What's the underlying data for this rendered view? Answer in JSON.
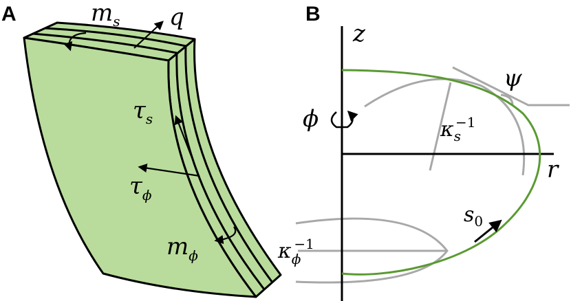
{
  "panels": {
    "a": {
      "label": "A",
      "symbols": {
        "ms": {
          "base": "m",
          "sub": "s"
        },
        "q": "q",
        "tau_s": {
          "base": "τ",
          "sub": "s"
        },
        "tau_phi": {
          "base": "τ",
          "sub": "ϕ"
        },
        "m_phi": {
          "base": "m",
          "sub": "ϕ"
        }
      }
    },
    "b": {
      "label": "B",
      "axes": {
        "z": "z",
        "r": "r"
      },
      "symbols": {
        "phi": "ϕ",
        "psi": "ψ",
        "kappa_s_inv": {
          "base": "κ",
          "sub": "s",
          "sup": "−1"
        },
        "kappa_phi_inv": {
          "base": "κ",
          "sub": "ϕ",
          "sup": "−1"
        },
        "s0": {
          "base": "s",
          "sub": "0"
        }
      }
    }
  },
  "colors": {
    "shell_fill": "#b9dc9c",
    "profile_green": "#5a9a32",
    "construction_gray": "#a8a8a8",
    "ink": "#000000"
  }
}
